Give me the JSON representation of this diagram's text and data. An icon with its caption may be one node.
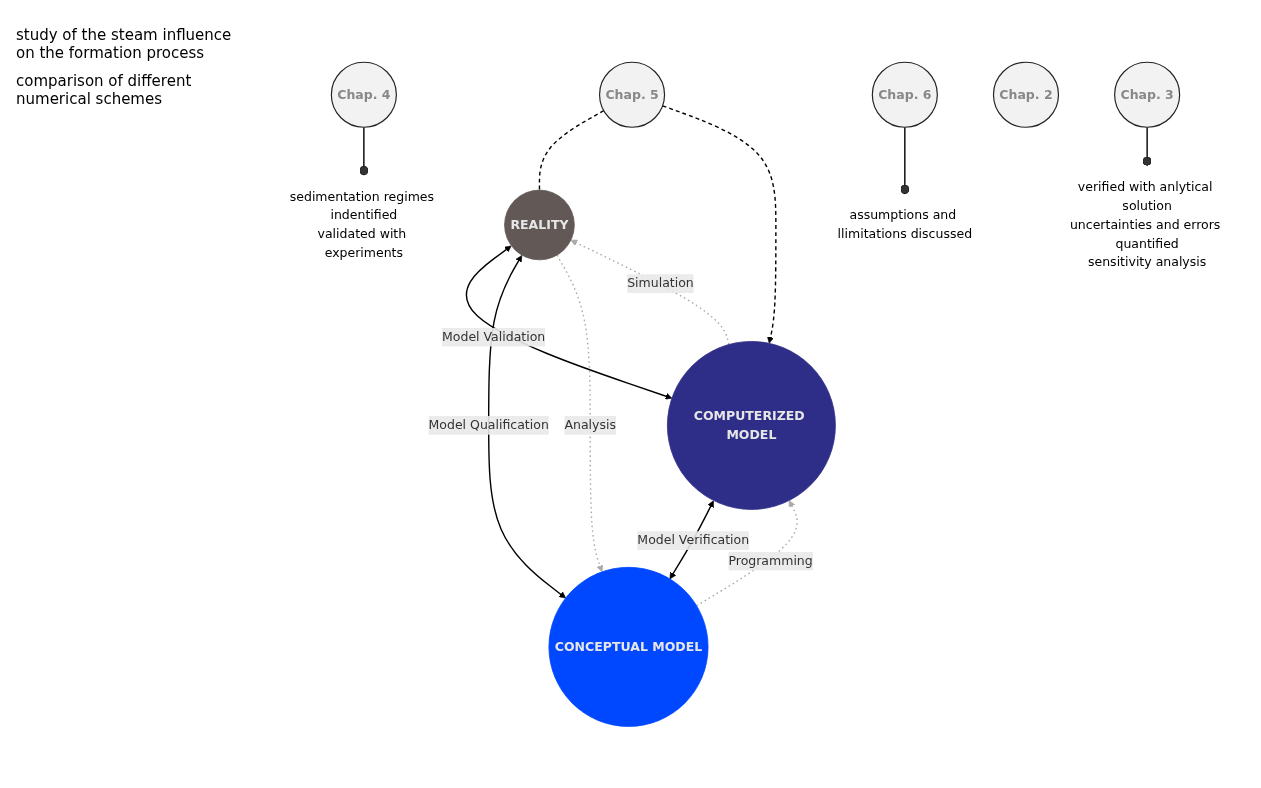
{
  "diagram": {
    "nodes": [
      {
        "text": [
          "Chap. 5"
        ]
      },
      {
        "text": [
          "REALITY"
        ]
      },
      {
        "text": [
          "Chap. 6"
        ]
      },
      {
        "text": [
          "sedimentation regimes indentified",
          "validated with experiments"
        ]
      },
      {
        "text": [
          "Chap. 4"
        ]
      },
      {
        "text": [
          "assumptions and llimitations discussed"
        ]
      },
      {
        "text": [
          "Chap. 2"
        ]
      },
      {
        "text": [
          "COMPUTERIZED MODEL"
        ]
      },
      {
        "text": [
          "CONCEPTUAL MODEL"
        ]
      },
      {
        "text": [
          "Chap. 3"
        ]
      },
      {
        "text": [
          "verified with anlytical solution",
          "uncertainties and errors quantified",
          "sensitivity analysis"
        ]
      }
    ],
    "edges": [
      {
        "from": 0,
        "to": 1,
        "arrow": "none",
        "style": "dashed"
      },
      {
        "from": 0,
        "to": 7,
        "arrow": "to",
        "style": "dashed"
      },
      {
        "from": 1,
        "to": 7,
        "arrow": "both",
        "label": "Model Validation"
      },
      {
        "from": 1,
        "to": 8,
        "arrow": "both",
        "label": "Model Qualification"
      },
      {
        "from": 7,
        "to": 8,
        "arrow": "both",
        "label": "Model Verification"
      },
      {
        "from": 1,
        "to": 8,
        "arrow": "to",
        "label": "Analysis",
        "style": "dashed",
        "color": "#aaaaaa"
      },
      {
        "from": 8,
        "to": 7,
        "arrow": "to",
        "label": "Programming",
        "style": "dashed",
        "color": "#aaaaaa"
      },
      {
        "from": 7,
        "to": 1,
        "arrow": "to",
        "label": "Simulation",
        "style": "dashed",
        "color": "#aaaaaa"
      },
      {
        "from": 2,
        "to": 5,
        "arrow": "other"
      },
      {
        "from": 4,
        "to": 3,
        "arrow": "other"
      },
      {
        "from": 9,
        "to": 10,
        "arrow": "other"
      }
    ],
    "labels": [
      "study of the steam influence on the formation process",
      "comparison of different numerical schemes"
    ]
  }
}
